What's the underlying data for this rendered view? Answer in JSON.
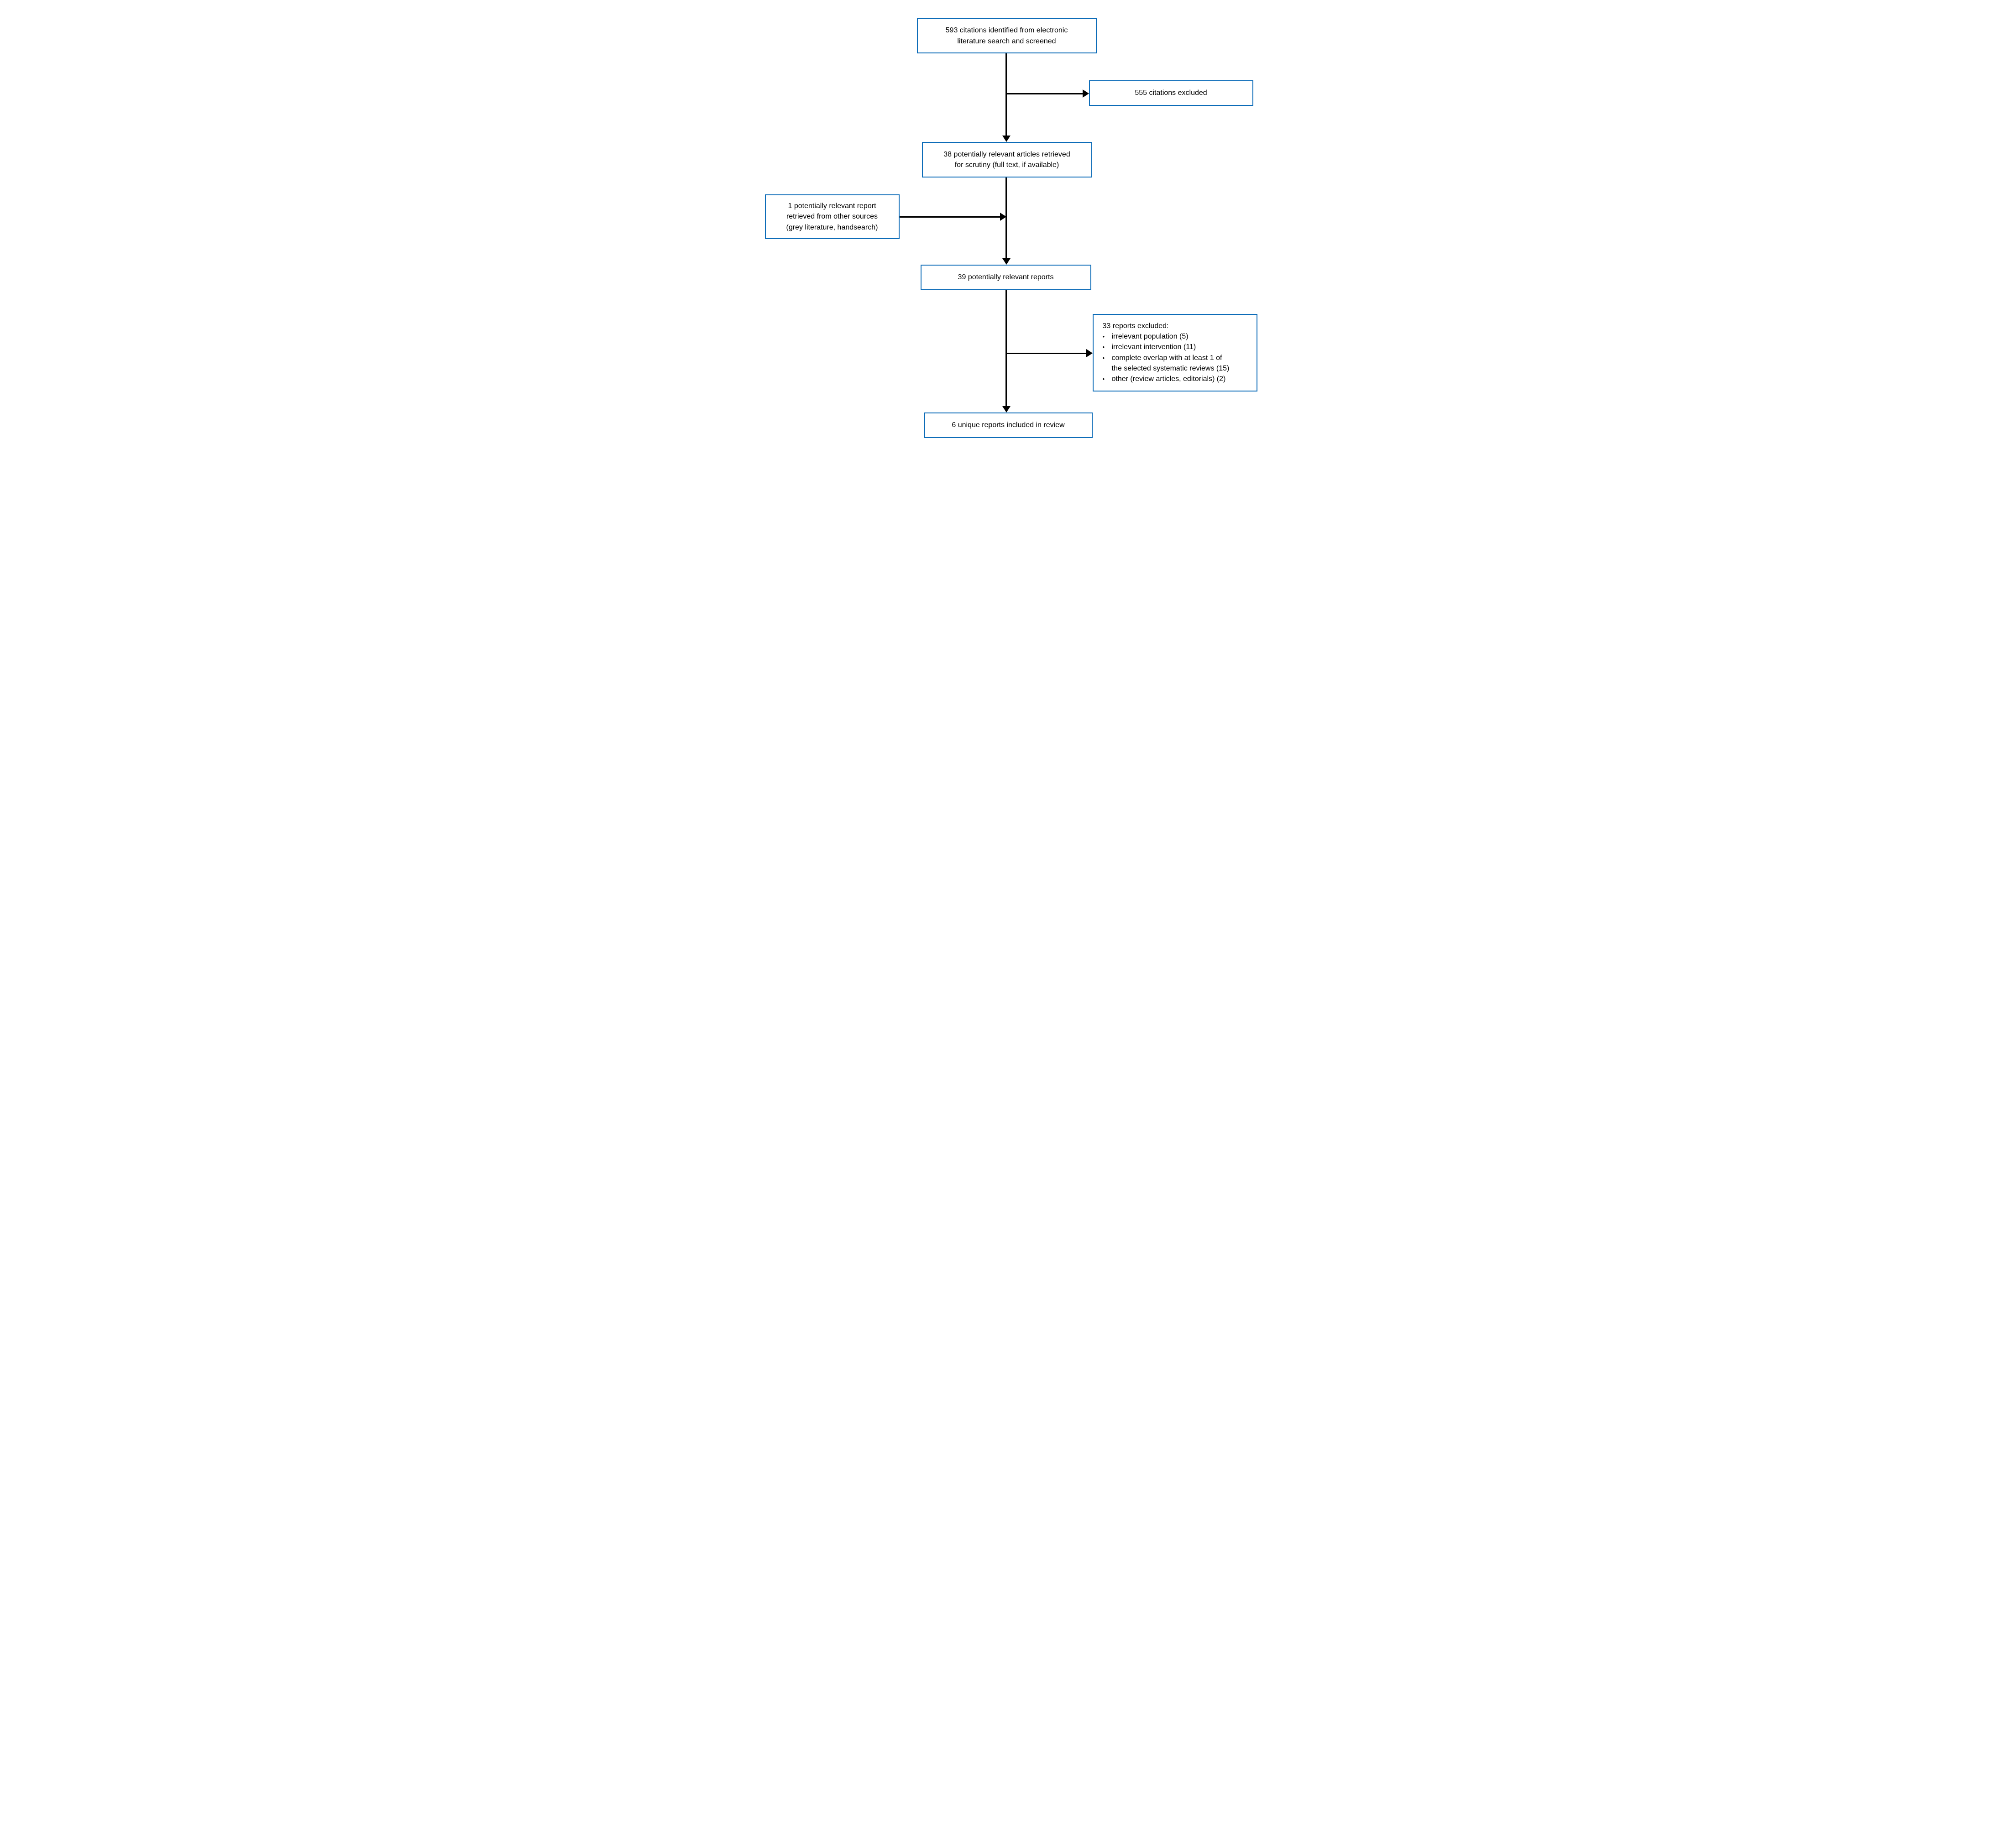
{
  "colors": {
    "box_border": "#0d6cb8",
    "arrow": "#000000",
    "text": "#000000",
    "background": "#ffffff"
  },
  "boxes": {
    "citations_identified": {
      "text": "593 citations identified from electronic\nliterature search and screened"
    },
    "citations_excluded": {
      "text": "555 citations excluded"
    },
    "articles_retrieved": {
      "text": "38 potentially relevant articles retrieved\nfor scrutiny (full text, if available)"
    },
    "other_sources": {
      "text": "1 potentially relevant report\nretrieved from other sources\n(grey literature, handsearch)"
    },
    "relevant_reports": {
      "text": "39 potentially relevant reports"
    },
    "reports_excluded": {
      "title": "33 reports excluded:",
      "bullet_char": "•",
      "bullets": [
        "irrelevant population (5)",
        "irrelevant intervention (11)",
        "complete overlap with at least 1 of\nthe selected systematic reviews (15)",
        "other (review articles, editorials) (2)"
      ]
    },
    "included": {
      "text": "6 unique reports included in review"
    }
  }
}
